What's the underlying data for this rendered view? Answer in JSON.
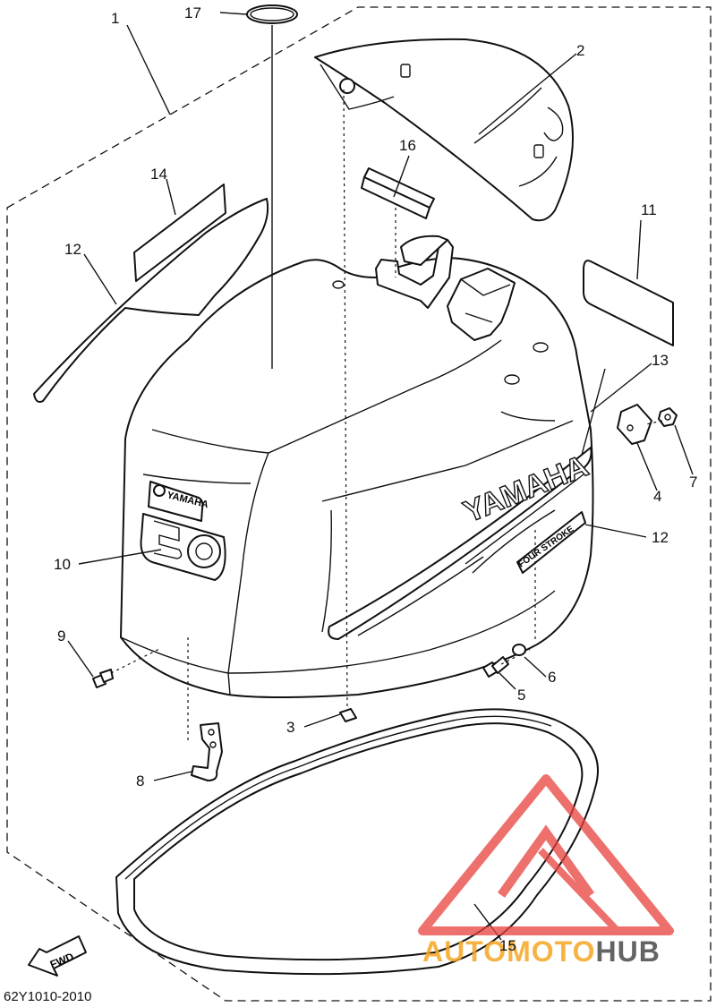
{
  "callouts": [
    "1",
    "2",
    "3",
    "4",
    "5",
    "6",
    "7",
    "8",
    "9",
    "10",
    "11",
    "12",
    "12",
    "13",
    "14",
    "15",
    "16",
    "17"
  ],
  "diagram_code": "62Y1010-2010",
  "fwd_label": "FWD",
  "cowling_brand": "YAMAHA",
  "badge_brand": "YAMAHA",
  "badge_number": "50",
  "stripe_text": "FOUR STROKE",
  "watermark": {
    "part1": "AUTOMOTO",
    "part2": "HUB"
  },
  "colors": {
    "line": "#111111",
    "watermark_red": "#e8413c",
    "watermark_orange": "#f5a623",
    "watermark_gray": "#4a4a4a"
  }
}
